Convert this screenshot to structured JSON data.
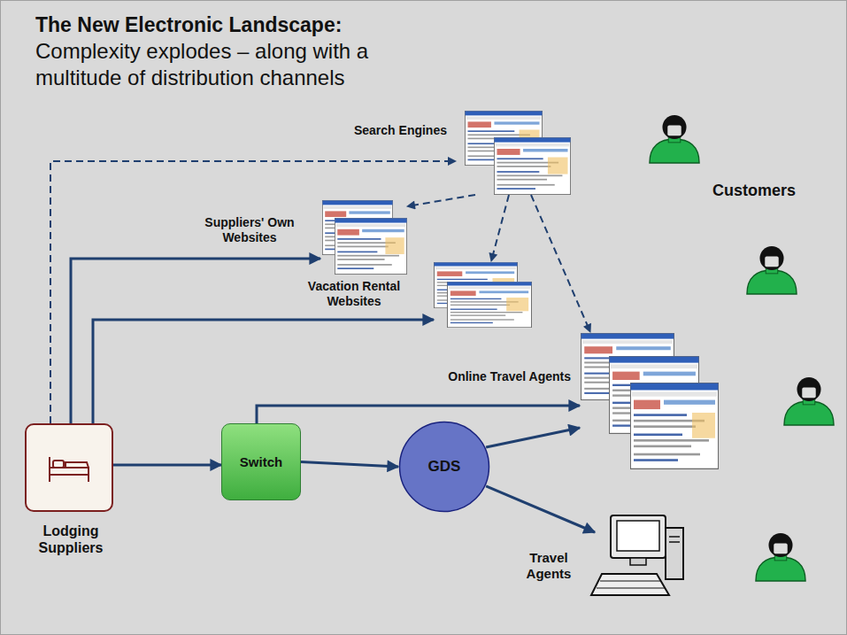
{
  "diagram": {
    "title": "The New Electronic Landscape:",
    "nodes": [
      {
        "text": [
          "Search Engines"
        ]
      },
      {
        "text": [
          "Suppliers' Own Websites"
        ]
      },
      {
        "text": [
          "Vacation Rental Websites"
        ]
      },
      {
        "text": [
          "Online Travel Agents"
        ]
      },
      {
        "text": [
          "Lodging Suppliers"
        ]
      },
      {
        "text": [
          "Switch"
        ]
      },
      {
        "text": [
          "GDS"
        ]
      },
      {
        "text": [
          "Travel Agents"
        ]
      }
    ],
    "edges": [
      {
        "from": 4,
        "to": 0,
        "arrow": "to"
      },
      {
        "from": 4,
        "to": 1,
        "arrow": "to"
      },
      {
        "from": 4,
        "to": 2,
        "arrow": "to"
      },
      {
        "from": 4,
        "to": 5,
        "arrow": "to"
      },
      {
        "from": 5,
        "to": 3,
        "arrow": "to"
      },
      {
        "from": 5,
        "to": 6,
        "arrow": "to"
      },
      {
        "from": 6,
        "to": 3,
        "arrow": "to"
      },
      {
        "from": 6,
        "to": 7,
        "arrow": "to"
      },
      {
        "from": 0,
        "to": 1,
        "arrow": "to"
      },
      {
        "from": 0,
        "to": 2,
        "arrow": "to"
      },
      {
        "from": 0,
        "to": 3,
        "arrow": "to"
      }
    ],
    "labels": [
      "Complexity explodes – along with a multitude of distribution channels",
      "Customers"
    ]
  }
}
